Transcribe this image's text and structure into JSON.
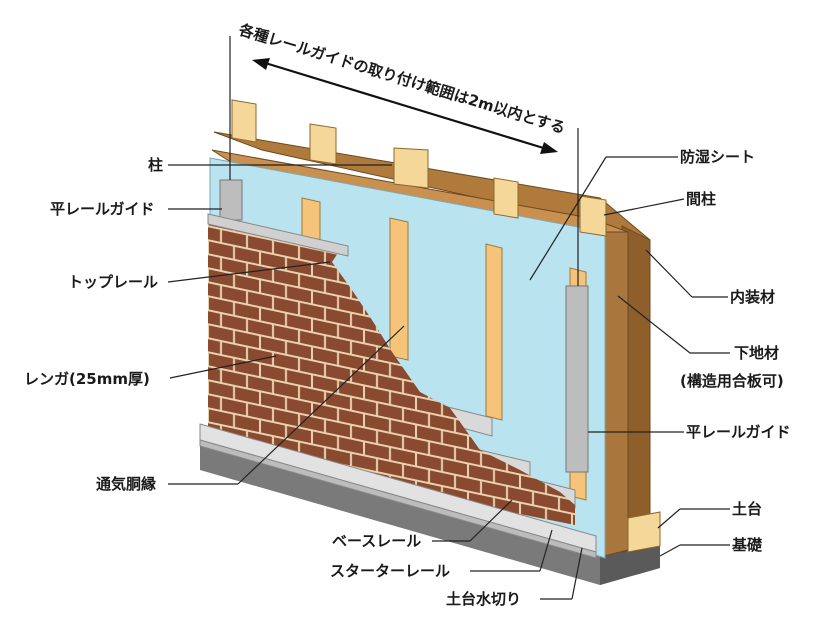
{
  "diagram": {
    "top_note": "各種レールガイドの取り付け範囲は2m以内とする",
    "labels": {
      "hashira": "柱",
      "hira_rail_guide_left": "平レールガイド",
      "top_rail": "トップレール",
      "brick": "レンガ(25mm厚)",
      "tsuuki_doubuchi": "通気胴縁",
      "base_rail": "ベースレール",
      "starter_rail": "スターターレール",
      "dodai_mizukiri": "土台水切り",
      "boushitsu_sheet": "防湿シート",
      "mabashira": "間柱",
      "naisouzai": "内装材",
      "shitajizai_1": "下地材",
      "shitajizai_2": "(構造用合板可)",
      "hira_rail_guide_right": "平レールガイド",
      "dodai": "土台",
      "kiso": "基礎"
    }
  },
  "colors": {
    "brick": "#8a4a2f",
    "mortar": "#e8d2b0",
    "sheet": "#b9e3ef",
    "wood": "#f5d79a",
    "board": "#b07a3c",
    "rail": "#cfcfcf",
    "foundation": "#6f6f6f"
  }
}
